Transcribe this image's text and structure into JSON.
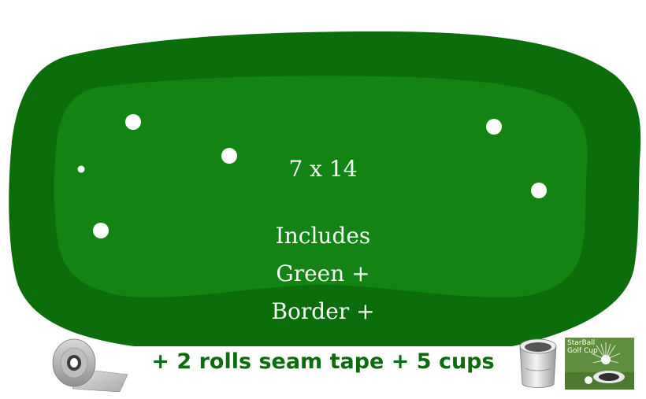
{
  "green": {
    "size_label": "7 x 14",
    "includes_lines": [
      "Includes",
      "Green +",
      "Border +"
    ],
    "colors": {
      "border": "#0b6e0b",
      "surface": "#138413",
      "cups": "#ffffff",
      "text": "#ffffff"
    },
    "cup_count_shown": 6
  },
  "bottom": {
    "text": "+ 2 rolls seam tape + 5 cups",
    "text_color": "#0c6b0c"
  },
  "icons": {
    "tape": "seam-tape-roll-icon",
    "cup": "golf-cup-icon"
  },
  "product": {
    "label": "StarBall Golf Cup"
  }
}
